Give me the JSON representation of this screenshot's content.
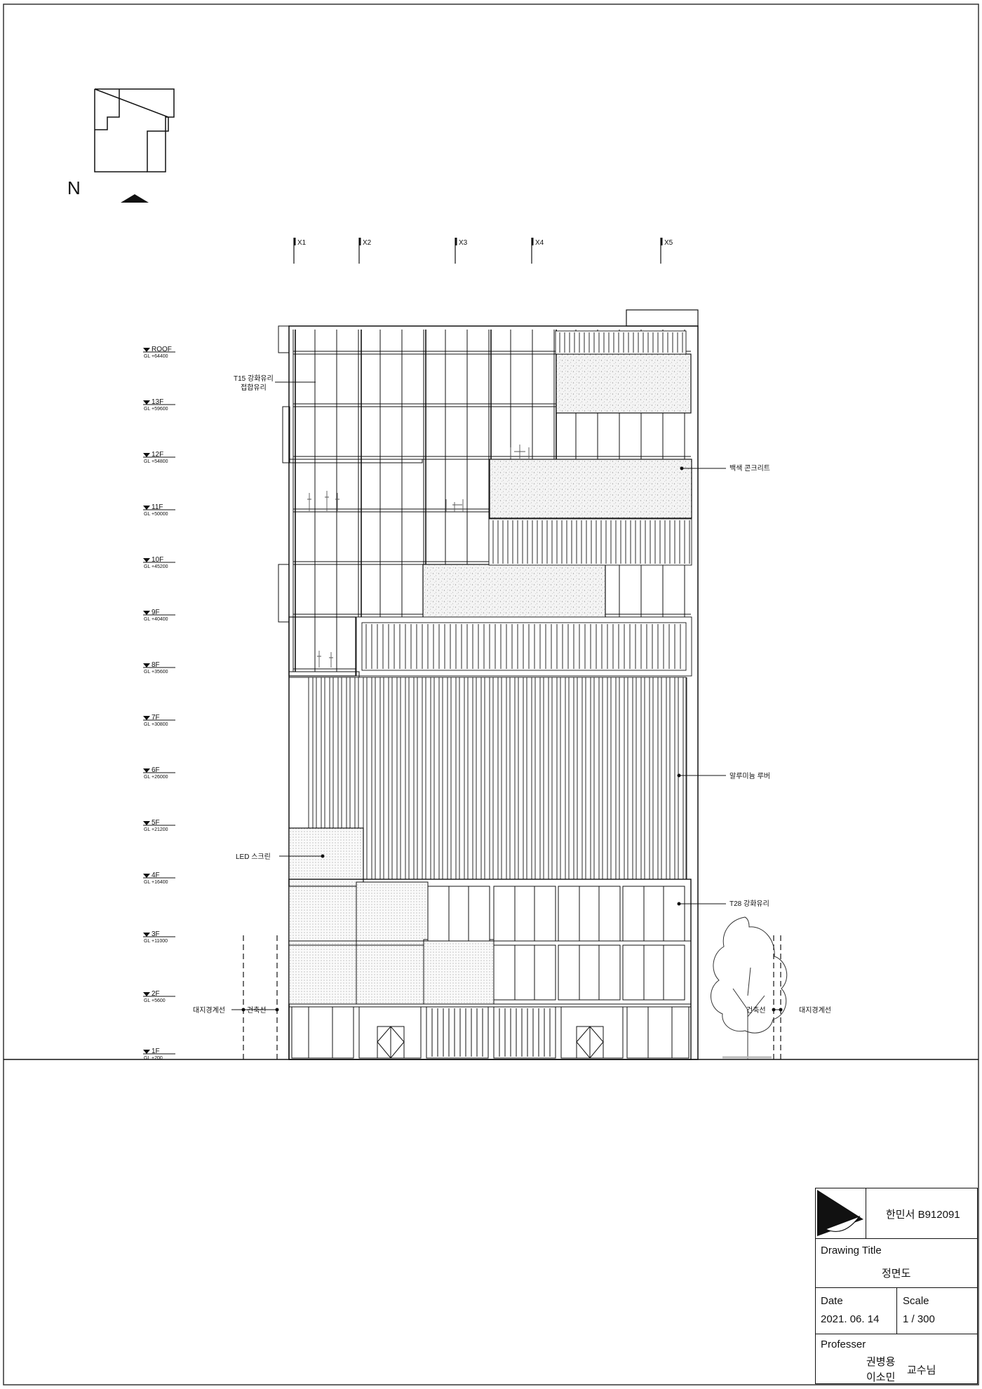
{
  "compass": {
    "north_label": "N"
  },
  "grid_axes": [
    "X1",
    "X2",
    "X3",
    "X4",
    "X5"
  ],
  "levels": [
    {
      "name": "ROOF",
      "gl": "GL +64400"
    },
    {
      "name": "13F",
      "gl": "GL +59600"
    },
    {
      "name": "12F",
      "gl": "GL +54800"
    },
    {
      "name": "11F",
      "gl": "GL +50000"
    },
    {
      "name": "10F",
      "gl": "GL +45200"
    },
    {
      "name": "9F",
      "gl": "GL +40400"
    },
    {
      "name": "8F",
      "gl": "GL +35600"
    },
    {
      "name": "7F",
      "gl": "GL +30800"
    },
    {
      "name": "6F",
      "gl": "GL +26000"
    },
    {
      "name": "5F",
      "gl": "GL +21200"
    },
    {
      "name": "4F",
      "gl": "GL +16400"
    },
    {
      "name": "3F",
      "gl": "GL +11000"
    },
    {
      "name": "2F",
      "gl": "GL +5600"
    },
    {
      "name": "1F",
      "gl": "GL +200"
    }
  ],
  "annotations": {
    "glass_t15_line1": "T15 강화유리",
    "glass_t15_line2": "접합유리",
    "white_concrete": "백색 콘크리트",
    "aluminum_louver": "알루미늄 루버",
    "led_screen": "LED 스크린",
    "glass_t28": "T28 강화유리",
    "site_boundary_left": "대지경계선",
    "building_line_left": "건축선",
    "building_line_right": "건축선",
    "site_boundary_right": "대지경계선"
  },
  "title_block": {
    "student": "한민서 B912091",
    "drawing_title_label": "Drawing Title",
    "drawing_title": "정면도",
    "date_label": "Date",
    "date": "2021. 06. 14",
    "scale_label": "Scale",
    "scale": "1 / 300",
    "professor_label": "Professer",
    "professor_1": "권병용",
    "professor_2": "이소민",
    "professor_suffix": "교수님"
  }
}
